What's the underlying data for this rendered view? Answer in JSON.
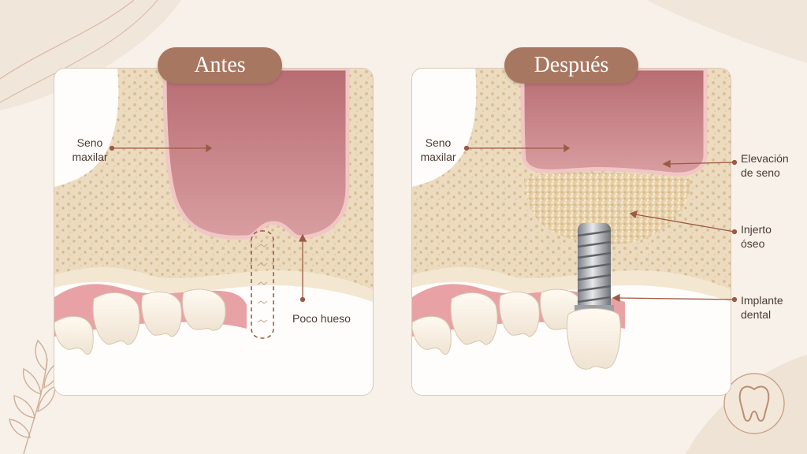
{
  "colors": {
    "accent": "#a87762",
    "bone": "#eddcc0",
    "sinus": "#c47b80",
    "gum": "#e79ca0"
  },
  "before": {
    "title": "Antes",
    "labels": {
      "sinus_line1": "Seno",
      "sinus_line2": "maxilar",
      "little_bone": "Poco hueso"
    }
  },
  "after": {
    "title": "Después",
    "labels": {
      "sinus_line1": "Seno",
      "sinus_line2": "maxilar",
      "elevation_line1": "Elevación",
      "elevation_line2": "de seno",
      "graft_line1": "Injerto",
      "graft_line2": "óseo",
      "implant_line1": "Implante",
      "implant_line2": "dental"
    }
  },
  "icons": {
    "leaf": "leaf-branch-icon",
    "tooth": "tooth-icon"
  }
}
